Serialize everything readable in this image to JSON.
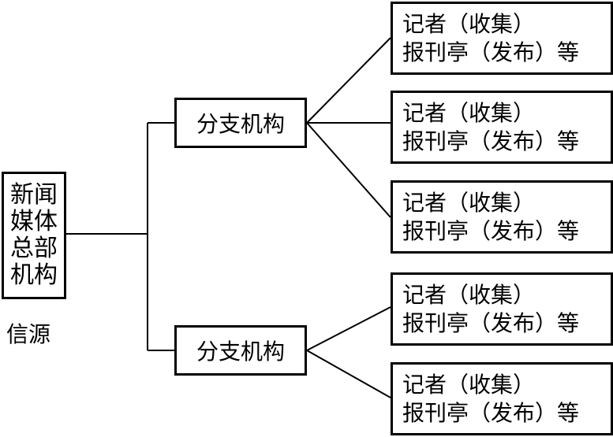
{
  "headquarters": {
    "label": "新闻媒体总部机构"
  },
  "branches": [
    {
      "label": "分支机构"
    },
    {
      "label": "分支机构"
    }
  ],
  "leaves": [
    {
      "line1": "记者（收集）",
      "line2": "报刊亭（发布）等"
    },
    {
      "line1": "记者（收集）",
      "line2": "报刊亭（发布）等"
    },
    {
      "line1": "记者（收集）",
      "line2": "报刊亭（发布）等"
    },
    {
      "line1": "记者（收集）",
      "line2": "报刊亭（发布）等"
    },
    {
      "line1": "记者（收集）",
      "line2": "报刊亭（发布）等"
    }
  ],
  "caption": "信源"
}
